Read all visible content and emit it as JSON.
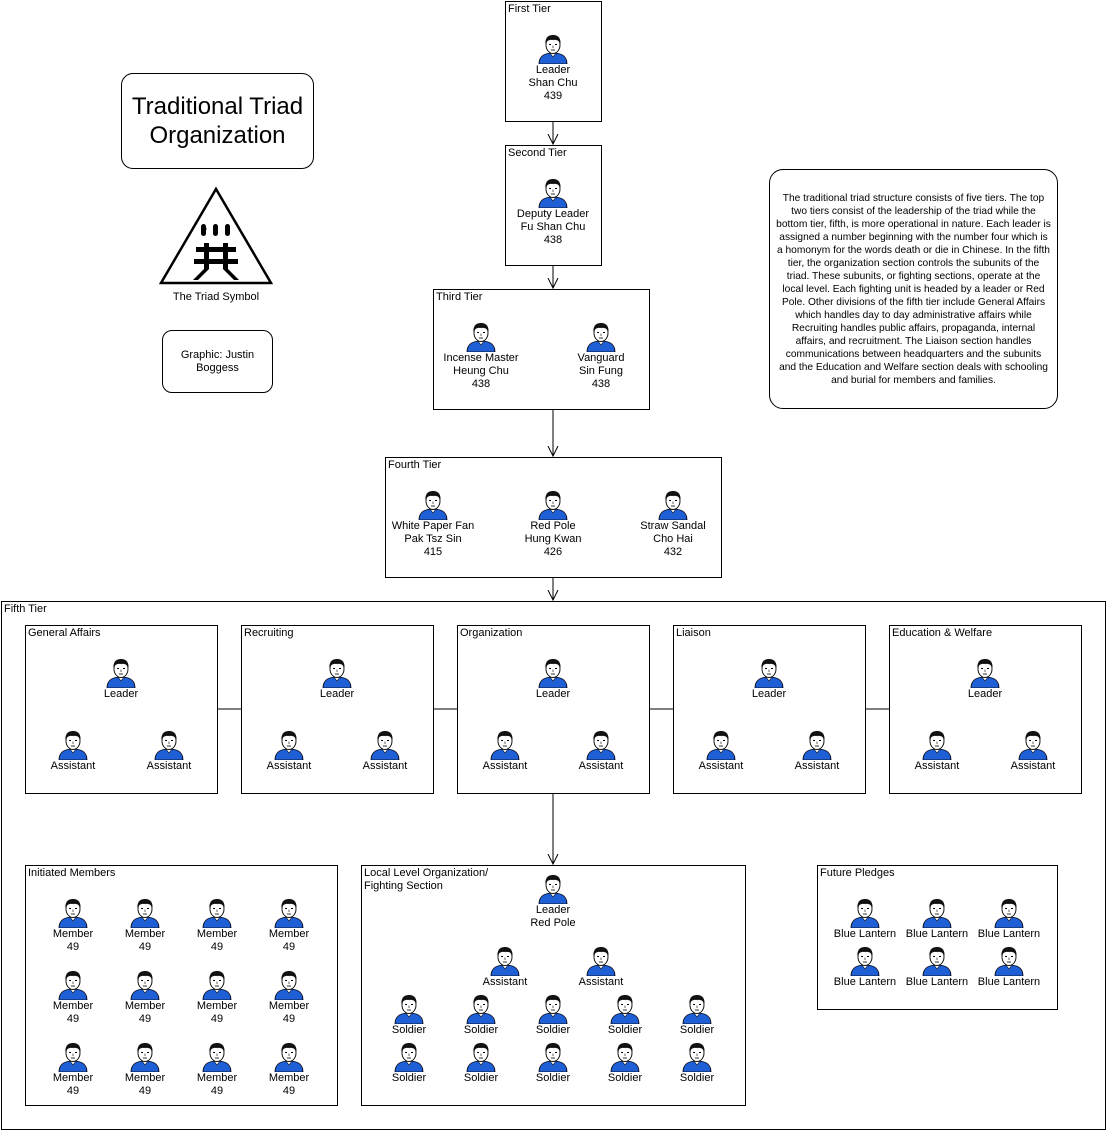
{
  "title": "Traditional Triad\nOrganization",
  "symbol_caption": "The Triad Symbol",
  "credit": "Graphic:  Justin\nBoggess",
  "description": "The traditional triad structure consists of five tiers.  The top two tiers consist of the leadership of the triad while the bottom tier, fifth, is more operational in nature.  Each leader is assigned a number beginning with the number four which is a homonym for the words death or die in Chinese.  In the fifth tier, the organization section controls the subunits of the triad.  These subunits, or fighting sections, operate at the local level.  Each fighting unit is headed by a leader or Red Pole.  Other divisions of the fifth tier include General Affairs which handles day to day administrative affairs while Recruiting handles public affairs, propaganda, internal affairs, and recruitment.  The Liaison section handles communications between headquarters and the subunits and the Education and Welfare section deals with schooling and burial for members and families.",
  "tiers": {
    "first": {
      "title": "First Tier",
      "people": [
        {
          "lines": [
            "Leader",
            "Shan Chu",
            "439"
          ]
        }
      ]
    },
    "second": {
      "title": "Second Tier",
      "people": [
        {
          "lines": [
            "Deputy Leader",
            "Fu Shan Chu",
            "438"
          ]
        }
      ]
    },
    "third": {
      "title": "Third Tier",
      "people": [
        {
          "lines": [
            "Incense Master",
            "Heung Chu",
            "438"
          ]
        },
        {
          "lines": [
            "Vanguard",
            "Sin Fung",
            "438"
          ]
        }
      ]
    },
    "fourth": {
      "title": "Fourth Tier",
      "people": [
        {
          "lines": [
            "White Paper Fan",
            "Pak Tsz Sin",
            "415"
          ]
        },
        {
          "lines": [
            "Red Pole",
            "Hung Kwan",
            "426"
          ]
        },
        {
          "lines": [
            "Straw Sandal",
            "Cho Hai",
            "432"
          ]
        }
      ]
    },
    "fifth": {
      "title": "Fifth Tier"
    }
  },
  "sections": [
    {
      "title": "General Affairs",
      "leader": "Leader",
      "assistants": [
        "Assistant",
        "Assistant"
      ]
    },
    {
      "title": "Recruiting",
      "leader": "Leader",
      "assistants": [
        "Assistant",
        "Assistant"
      ]
    },
    {
      "title": "Organization",
      "leader": "Leader",
      "assistants": [
        "Assistant",
        "Assistant"
      ]
    },
    {
      "title": "Liaison",
      "leader": "Leader",
      "assistants": [
        "Assistant",
        "Assistant"
      ]
    },
    {
      "title": "Education & Welfare",
      "leader": "Leader",
      "assistants": [
        "Assistant",
        "Assistant"
      ]
    }
  ],
  "initiated": {
    "title": "Initiated Members",
    "members": [
      {
        "lines": [
          "Member",
          "49"
        ]
      },
      {
        "lines": [
          "Member",
          "49"
        ]
      },
      {
        "lines": [
          "Member",
          "49"
        ]
      },
      {
        "lines": [
          "Member",
          "49"
        ]
      },
      {
        "lines": [
          "Member",
          "49"
        ]
      },
      {
        "lines": [
          "Member",
          "49"
        ]
      },
      {
        "lines": [
          "Member",
          "49"
        ]
      },
      {
        "lines": [
          "Member",
          "49"
        ]
      },
      {
        "lines": [
          "Member",
          "49"
        ]
      },
      {
        "lines": [
          "Member",
          "49"
        ]
      },
      {
        "lines": [
          "Member",
          "49"
        ]
      },
      {
        "lines": [
          "Member",
          "49"
        ]
      }
    ]
  },
  "local": {
    "title": "Local Level Organization/\nFighting Section",
    "leader": [
      "Leader",
      "Red Pole"
    ],
    "assistants": [
      "Assistant",
      "Assistant"
    ],
    "soldiers": [
      "Soldier",
      "Soldier",
      "Soldier",
      "Soldier",
      "Soldier",
      "Soldier",
      "Soldier",
      "Soldier",
      "Soldier",
      "Soldier"
    ]
  },
  "pledges": {
    "title": "Future Pledges",
    "members": [
      "Blue Lantern",
      "Blue Lantern",
      "Blue Lantern",
      "Blue Lantern",
      "Blue Lantern",
      "Blue Lantern"
    ]
  },
  "colors": {
    "shirt": "#1f5fd6",
    "hair": "#111111",
    "skin": "#ffffff",
    "outline": "#000000"
  }
}
